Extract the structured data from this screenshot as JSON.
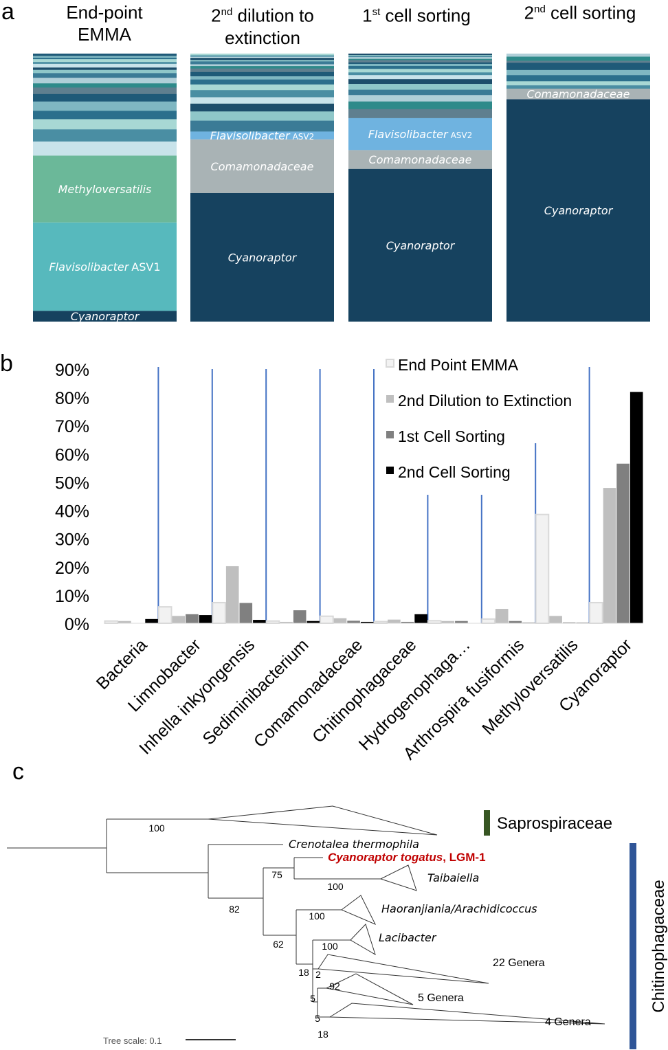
{
  "panels": {
    "a": {
      "letter": "a"
    },
    "b": {
      "letter": "b"
    },
    "c": {
      "letter": "c"
    }
  },
  "panel_a": {
    "columns": [
      {
        "head_lines": [
          "End-point",
          "EMMA"
        ]
      },
      {
        "head_lines": [
          "2nd dilution to",
          "extinction"
        ]
      },
      {
        "head_lines": [
          "1st cell sorting"
        ]
      },
      {
        "head_lines": [
          "2nd cell sorting"
        ]
      }
    ]
  },
  "chart_data": [
    {
      "type": "bar",
      "stacked": true,
      "normalized": true,
      "categories": [
        "End-point EMMA",
        "2nd dilution to extinction",
        "1st cell sorting",
        "2nd cell sorting"
      ],
      "colors": {
        "Cyanoraptor": "#16425f",
        "Comamonadaceae": "#a9b3b5",
        "Flavisolibacter ASV2": "#6fb3e0",
        "Flavisolibacter ASV1": "#57b9bd",
        "Methyloversatilis": "#6bb899"
      },
      "labeled_segments": [
        {
          "column": 0,
          "label": "Methyloversatilis",
          "value": 25
        },
        {
          "column": 0,
          "label": "Flavisolibacter",
          "suffix": "ASV1",
          "value": 33
        },
        {
          "column": 0,
          "label": "Cyanoraptor",
          "value": 4
        },
        {
          "column": 1,
          "label": "Flavisolibacter",
          "suffix": "ASV2",
          "value": 3
        },
        {
          "column": 1,
          "label": "Comamonadaceae",
          "value": 20
        },
        {
          "column": 1,
          "label": "Cyanoraptor",
          "value": 48
        },
        {
          "column": 2,
          "label": "Flavisolibacter",
          "suffix": "ASV2",
          "value": 12
        },
        {
          "column": 2,
          "label": "Comamonadaceae",
          "value": 7
        },
        {
          "column": 2,
          "label": "Cyanoraptor",
          "value": 57
        },
        {
          "column": 3,
          "label": "Comamonadaceae",
          "value": 4
        },
        {
          "column": 3,
          "label": "Cyanoraptor",
          "value": 83
        }
      ]
    },
    {
      "type": "bar",
      "categories": [
        "Bacteria",
        "Limnobacter",
        "Inhella inkyongensis",
        "Sediminibacterium",
        "Comamonadaceae",
        "Chitinophagaceae",
        "Hydrogenophaga…",
        "Arthrospira fusiformis",
        "Methyloversatilis",
        "Cyanoraptor"
      ],
      "series": [
        {
          "name": "End Point EMMA",
          "color": "#f2f2f2",
          "values": [
            0.8,
            5.8,
            7.3,
            0.8,
            2.5,
            0.6,
            0.9,
            1.5,
            38.5,
            7.3
          ]
        },
        {
          "name": "2nd Dilution to Extinction",
          "color": "#bfbfbf",
          "values": [
            0.8,
            2.6,
            20.2,
            0.5,
            1.8,
            1.3,
            0.8,
            5.1,
            2.6,
            47.9
          ]
        },
        {
          "name": "1st Cell Sorting",
          "color": "#808080",
          "values": [
            0.1,
            3.2,
            7.2,
            4.6,
            0.9,
            0.5,
            0.8,
            0.8,
            0.3,
            56.5
          ]
        },
        {
          "name": "2nd Cell Sorting",
          "color": "#000000",
          "values": [
            1.5,
            2.9,
            1.2,
            0.8,
            0.5,
            3.2,
            0.1,
            0.2,
            0.2,
            81.9
          ]
        }
      ],
      "yticks": [
        "0%",
        "10%",
        "20%",
        "30%",
        "40%",
        "50%",
        "60%",
        "70%",
        "80%",
        "90%"
      ],
      "ylim": [
        0,
        90
      ],
      "legend_position": "top-right",
      "divider_color": "#4472c4"
    },
    {
      "type": "tree",
      "clades": [
        {
          "name": "Saprospiraceae",
          "support": "100"
        },
        {
          "name": "Crenotalea thermophila"
        },
        {
          "name": "Cyanoraptor togatus",
          "suffix": ", LGM-1",
          "color": "#c00000"
        },
        {
          "name": "Taibaiella",
          "support": "100"
        },
        {
          "name": "Haoranjiania/Arachidicoccus",
          "support": "100"
        },
        {
          "name": "Lacibacter",
          "support": "100"
        },
        {
          "name": "22 Genera"
        },
        {
          "name": "5 Genera",
          "support": "92"
        },
        {
          "name": "4 Genera"
        }
      ],
      "internal_supports": [
        "75",
        "82",
        "62",
        "18",
        "2",
        "5",
        "5",
        "18"
      ],
      "family_bars": [
        {
          "label": "Saprospiraceae",
          "color": "#375623"
        },
        {
          "label": "Chitinophagaceae",
          "color": "#2f5597"
        }
      ],
      "scale_label": "Tree scale: 0.1"
    }
  ]
}
